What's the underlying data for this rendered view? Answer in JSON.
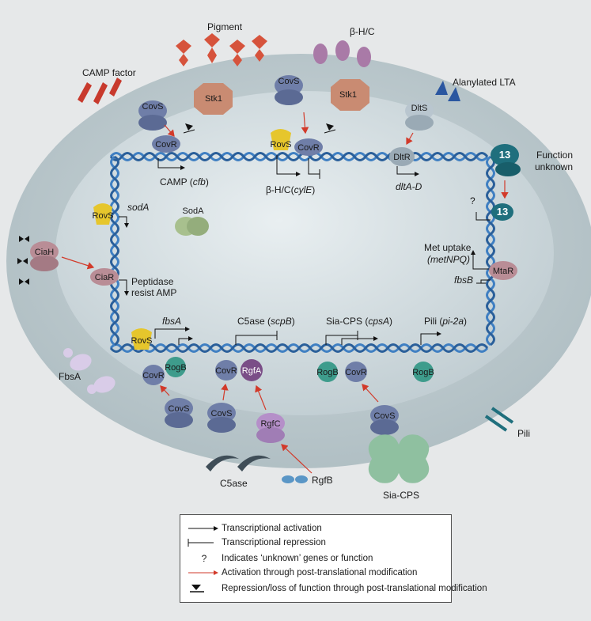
{
  "labels": {
    "pigment": "Pigment",
    "beta_hc": "β-H/C",
    "camp_factor": "CAMP factor",
    "alanylated_lta": "Alanylated LTA",
    "function_unknown_1": "Function",
    "function_unknown_2": "unknown",
    "camp_cfb": "CAMP (",
    "camp_cfb_gene": "cfb",
    "camp_cfb_end": ")",
    "bhc_cyle": "β-H/C(",
    "bhc_cyle_gene": "cylE",
    "bhc_cyle_end": ")",
    "dlta_d": "dltA-D",
    "soda_gene": "sodA",
    "question": "?",
    "met_uptake": "Met uptake",
    "met_npq": "(metNPQ)",
    "fbsb": "fbsB",
    "peptidase_1": "Peptidase",
    "peptidase_2": "resist AMP",
    "fbsa_gene": "fbsA",
    "c5ase_scpb": "C5ase (",
    "c5ase_scpb_gene": "scpB",
    "c5ase_scpb_end": ")",
    "sia_cps_gene_lbl": "Sia-CPS (",
    "sia_cps_gene": "cpsA",
    "sia_cps_end": ")",
    "pili_gene_lbl": "Pili (",
    "pili_gene": "pi-2a",
    "pili_end": ")",
    "fbsa": "FbsA",
    "c5ase": "C5ase",
    "rgfb": "RgfB",
    "sia_cps": "Sia-CPS",
    "pili": "Pili"
  },
  "proteins": {
    "covs": "CovS",
    "covr": "CovR",
    "stk1": "Stk1",
    "rovs": "RovS",
    "dlts": "DltS",
    "dltr": "DltR",
    "unknown13": "13",
    "soda": "SodA",
    "ciah": "CiaH",
    "ciar": "CiaR",
    "mtar": "MtaR",
    "rogb": "RogB",
    "rgfa": "RgfA",
    "rgfc": "RgfC"
  },
  "legend": {
    "activation": "Transcriptional activation",
    "repression": "Transcriptional repression",
    "unknown": "Indicates ‘unknown’ genes or function",
    "ptm_activation": "Activation through post-translational modification",
    "ptm_repression": "Repression/loss of function through post-translational modification",
    "question_mark": "?"
  },
  "colors": {
    "cell_outer": "#b9c6ca",
    "cell_inner": "#d6dfe2",
    "dna": "#3f7fc2",
    "covs": "#6f7ea8",
    "stk1": "#c98b72",
    "rovs": "#e6c62c",
    "teal": "#1f6f7d",
    "ciah": "#b98d96",
    "rogb": "#3e9c8c",
    "rgfa": "#7a4e87",
    "rgfc": "#b58fc9",
    "soda": "#a8c08e",
    "sia_cps": "#8fc0a0",
    "red_arrow": "#d23a2a"
  }
}
